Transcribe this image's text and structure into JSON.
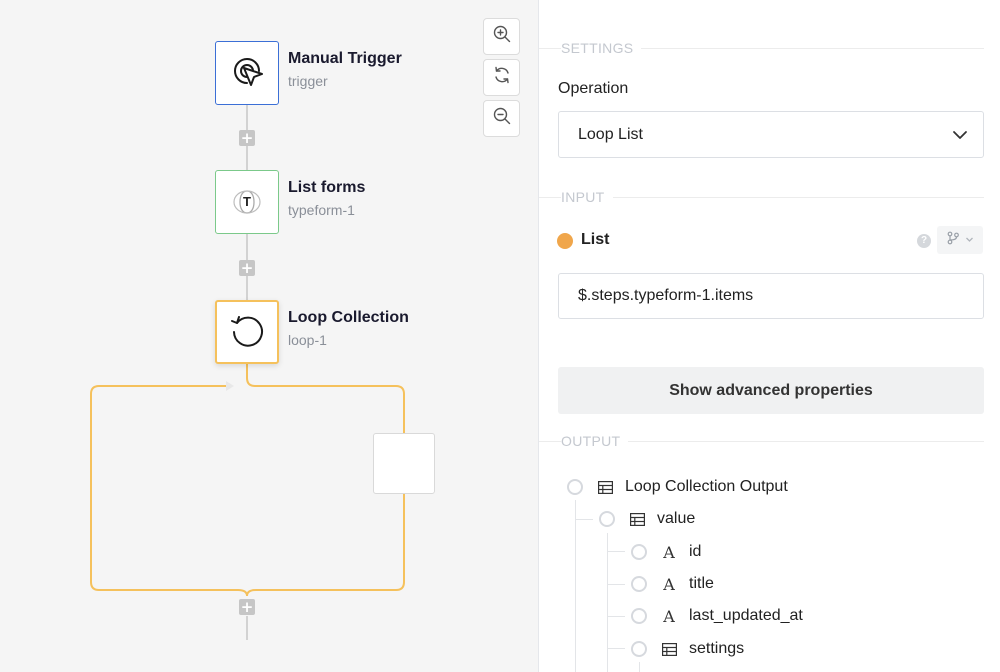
{
  "canvas": {
    "nodes": [
      {
        "title": "Manual Trigger",
        "subtitle": "trigger",
        "icon": "cursor-click-icon",
        "border_color": "#3b6fd6"
      },
      {
        "title": "List forms",
        "subtitle": "typeform-1",
        "icon": "typeform-icon",
        "icon_text": "T",
        "border_color": "#7bc98a"
      },
      {
        "title": "Loop Collection",
        "subtitle": "loop-1",
        "icon": "loop-icon",
        "border_color": "#f5c15c"
      }
    ],
    "add_symbol": "+",
    "loop_color": "#f5c15c"
  },
  "zoom_controls": [
    "zoom-in-icon",
    "reset-view-icon",
    "zoom-out-icon"
  ],
  "panel": {
    "settings_label": "SETTINGS",
    "operation_label": "Operation",
    "operation_value": "Loop List",
    "input_label": "INPUT",
    "list_label": "List",
    "list_dot_color": "#f0a64b",
    "list_value": "$.steps.typeform-1.items",
    "advanced_button": "Show advanced properties",
    "output_label": "OUTPUT",
    "output_tree": [
      {
        "label": "Loop Collection Output",
        "type": "table"
      },
      {
        "label": "value",
        "type": "table"
      },
      {
        "label": "id",
        "type": "text",
        "type_glyph": "A"
      },
      {
        "label": "title",
        "type": "text",
        "type_glyph": "A"
      },
      {
        "label": "last_updated_at",
        "type": "text",
        "type_glyph": "A"
      },
      {
        "label": "settings",
        "type": "table"
      }
    ]
  }
}
